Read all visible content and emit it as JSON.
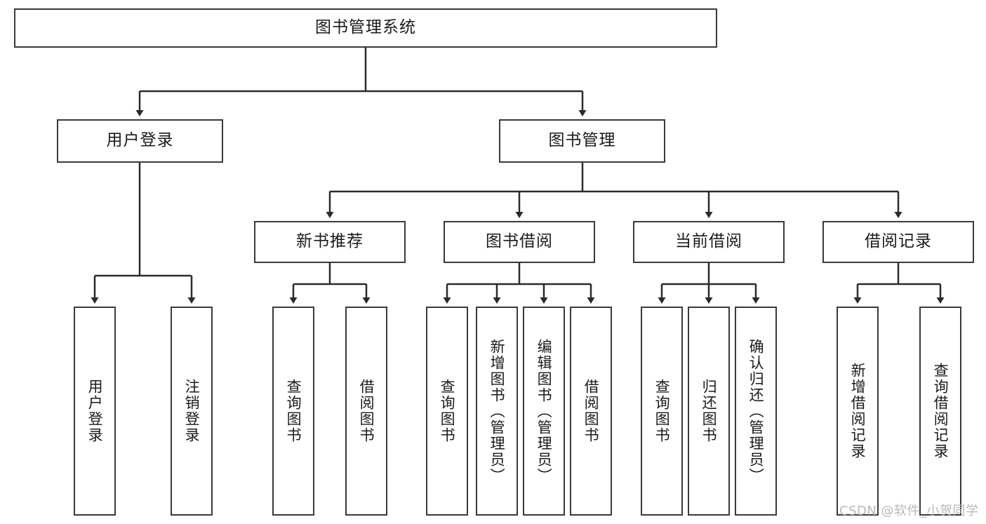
{
  "diagram": {
    "title": "图书管理系统",
    "watermark": "CSDN @软件_小贺同学",
    "colors": {
      "box_border": "#3a3a3a",
      "line": "#2b2b2b",
      "text": "#1a1a1a",
      "background": "#ffffff",
      "watermark": "#b9b9b9"
    },
    "root": {
      "label": "图书管理系统"
    },
    "level2": [
      {
        "label": "用户登录"
      },
      {
        "label": "图书管理"
      }
    ],
    "level3": [
      {
        "label": "新书推荐"
      },
      {
        "label": "图书借阅"
      },
      {
        "label": "当前借阅"
      },
      {
        "label": "借阅记录"
      }
    ],
    "leaves": {
      "user_login": [
        {
          "label": "用户登录"
        },
        {
          "label": "注销登录"
        }
      ],
      "new_book_recommend": [
        {
          "label": "查询图书"
        },
        {
          "label": "借阅图书"
        }
      ],
      "book_borrow": [
        {
          "label": "查询图书"
        },
        {
          "label": "新增图书（管理员）"
        },
        {
          "label": "编辑图书（管理员）"
        },
        {
          "label": "借阅图书"
        }
      ],
      "current_borrow": [
        {
          "label": "查询图书"
        },
        {
          "label": "归还图书"
        },
        {
          "label": "确认归还（管理员）"
        }
      ],
      "borrow_record": [
        {
          "label": "新增借阅记录"
        },
        {
          "label": "查询借阅记录"
        }
      ]
    }
  }
}
